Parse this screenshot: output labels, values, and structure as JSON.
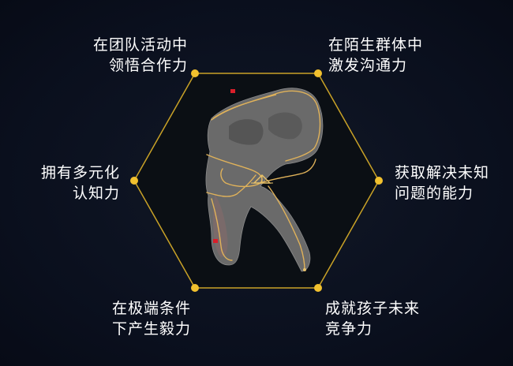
{
  "colors": {
    "accent": "#f2c12e",
    "hex_stroke": "#c9a227",
    "fist": "#6e6e6e",
    "route": "#e0b25a",
    "flag": "#d91e2a",
    "background": "#0a0f1d"
  },
  "labels": {
    "top_left": {
      "line1": "在团队活动中",
      "line2": "领悟合作力"
    },
    "top_right": {
      "line1": "在陌生群体中",
      "line2": "激发沟通力"
    },
    "mid_left": {
      "line1": "拥有多元化",
      "line2": "认知力"
    },
    "mid_right": {
      "line1": "获取解决未知",
      "line2": "问题的能力"
    },
    "bottom_left": {
      "line1": "在极端条件",
      "line2": "下产生毅力"
    },
    "bottom_right": {
      "line1": "成就孩子未来",
      "line2": "竞争力"
    }
  }
}
